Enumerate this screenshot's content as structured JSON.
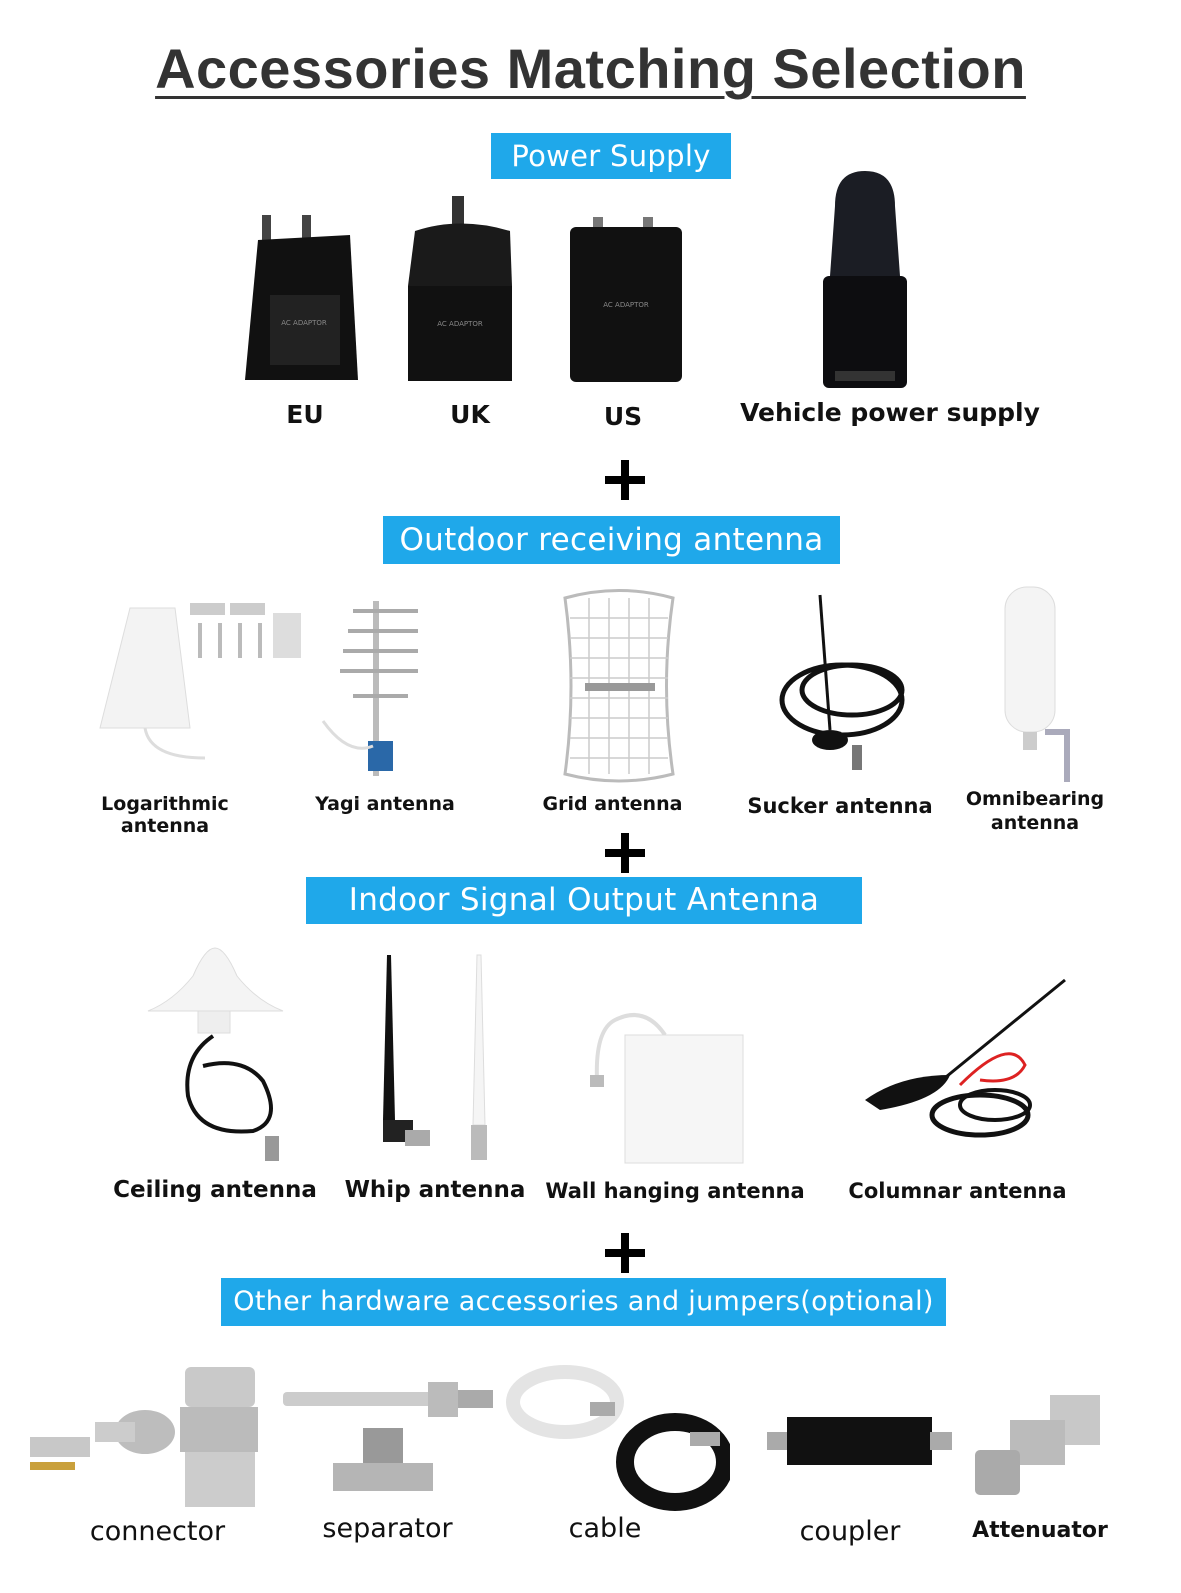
{
  "title": "Accessories Matching Selection",
  "sections": {
    "power": {
      "heading": "Power Supply",
      "items": [
        "EU",
        "UK",
        "US",
        "Vehicle power supply"
      ]
    },
    "outdoor": {
      "heading": "Outdoor receiving antenna",
      "items": [
        "Logarithmic antenna",
        "Yagi antenna",
        "Grid antenna",
        "Sucker antenna",
        "Omnibearing",
        "antenna"
      ]
    },
    "indoor": {
      "heading": "Indoor Signal Output Antenna",
      "items": [
        "Ceiling antenna",
        "Whip antenna",
        "Wall hanging antenna",
        "Columnar antenna"
      ]
    },
    "hardware": {
      "heading": "Other hardware accessories and jumpers(optional)",
      "items": [
        "connector",
        "separator",
        "cable",
        "coupler",
        "Attenuator"
      ]
    }
  },
  "colors": {
    "banner": "#1fa8ea",
    "title": "#333333"
  }
}
